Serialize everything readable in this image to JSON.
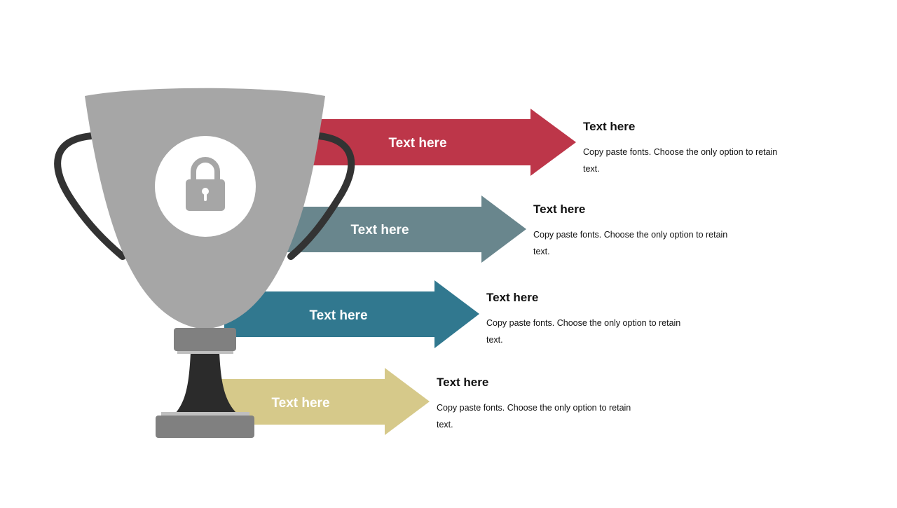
{
  "colors": {
    "arrow_1": "#BD3649",
    "arrow_2": "#69868D",
    "arrow_3": "#31788F",
    "arrow_4": "#D6C98A",
    "trophy_cup": "#A6A6A6",
    "trophy_handles": "#333333",
    "trophy_stem": "#2B2B2B",
    "trophy_base": "#808080",
    "background": "#FFFFFF"
  },
  "icons": {
    "center": "lock-icon"
  },
  "steps": [
    {
      "arrow_label": "Text here",
      "title": "Text here",
      "description": "Copy paste fonts. Choose the only option to retain text."
    },
    {
      "arrow_label": "Text here",
      "title": "Text here",
      "description": "Copy paste fonts. Choose the only option to retain text."
    },
    {
      "arrow_label": "Text here",
      "title": "Text here",
      "description": "Copy paste fonts. Choose the only option to retain text."
    },
    {
      "arrow_label": "Text here",
      "title": "Text here",
      "description": "Copy paste fonts. Choose the only option to retain text."
    }
  ]
}
